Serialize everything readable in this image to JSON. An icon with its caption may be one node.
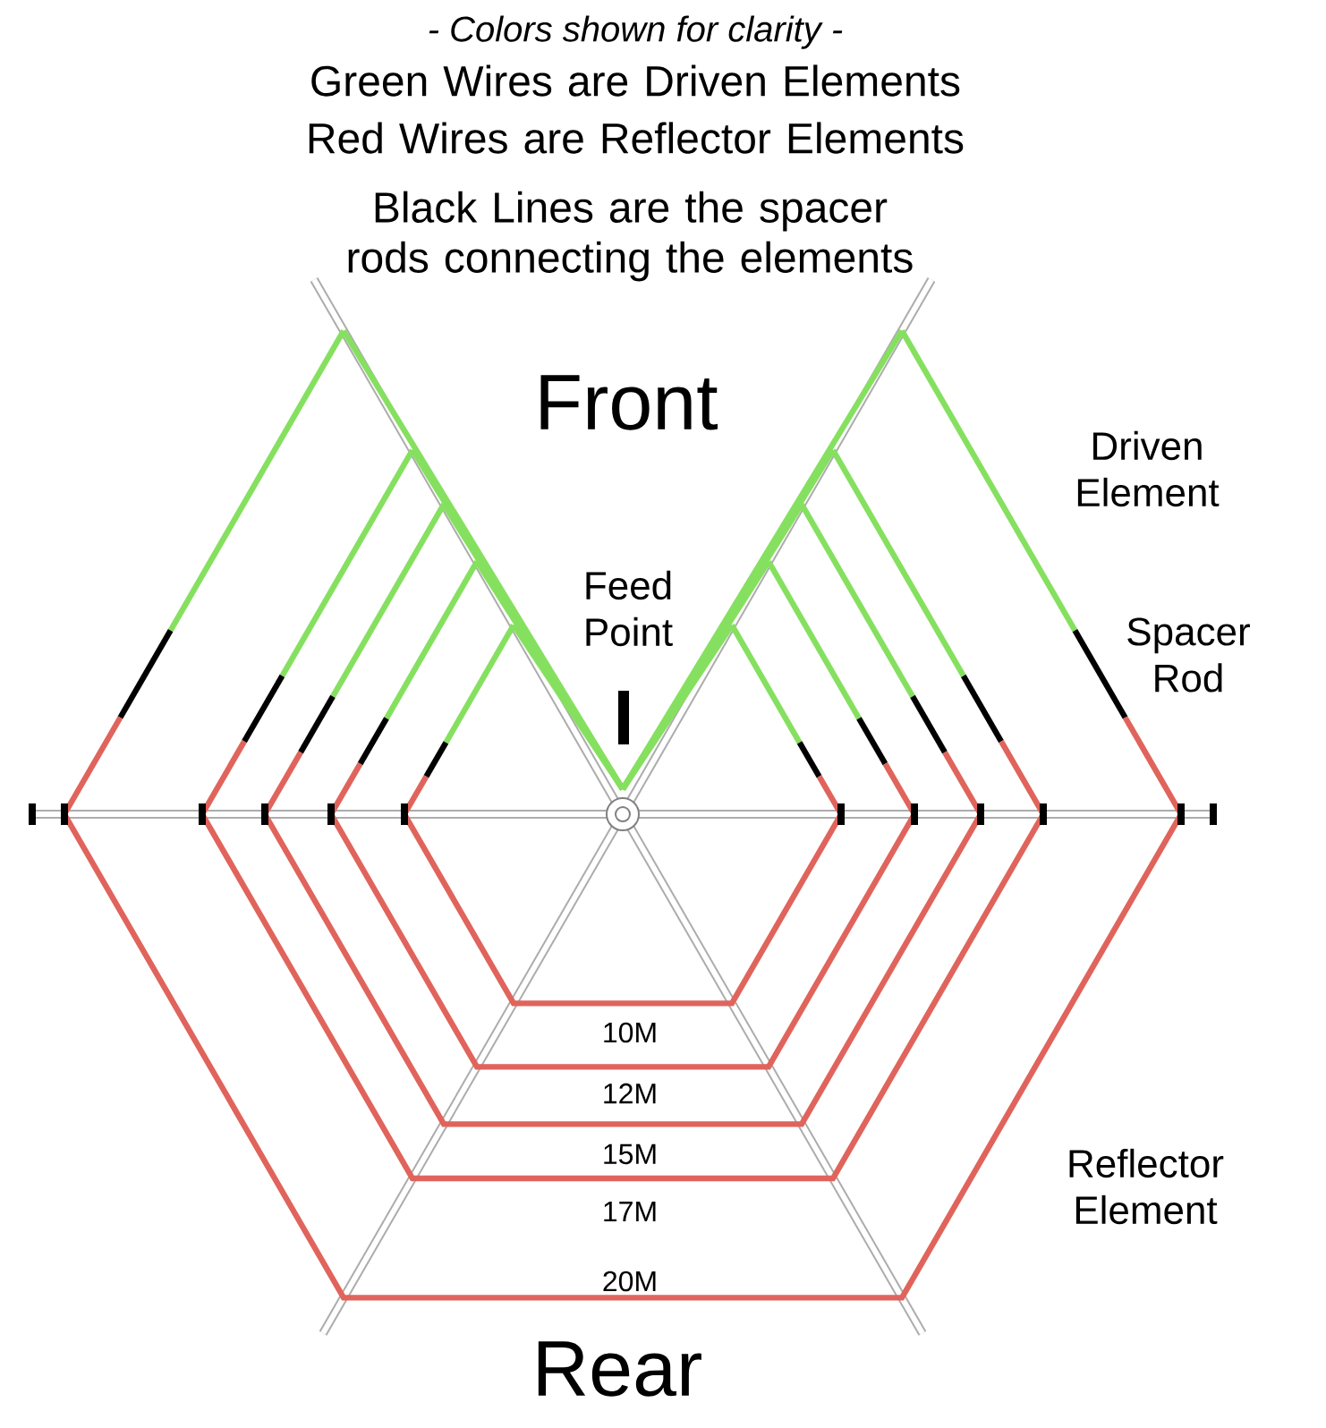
{
  "diagram": {
    "title": "- Colors shown for clarity -",
    "labels": [
      "Green Wires are Driven Elements",
      "Red Wires are Reflector Elements",
      "Black Lines are the spacer rods connecting the elements",
      "Front",
      "Driven Element",
      "Feed Point",
      "Spacer Rod",
      "10M",
      "12M",
      "15M",
      "17M",
      "Reflector Element",
      "20M",
      "Rear"
    ]
  }
}
